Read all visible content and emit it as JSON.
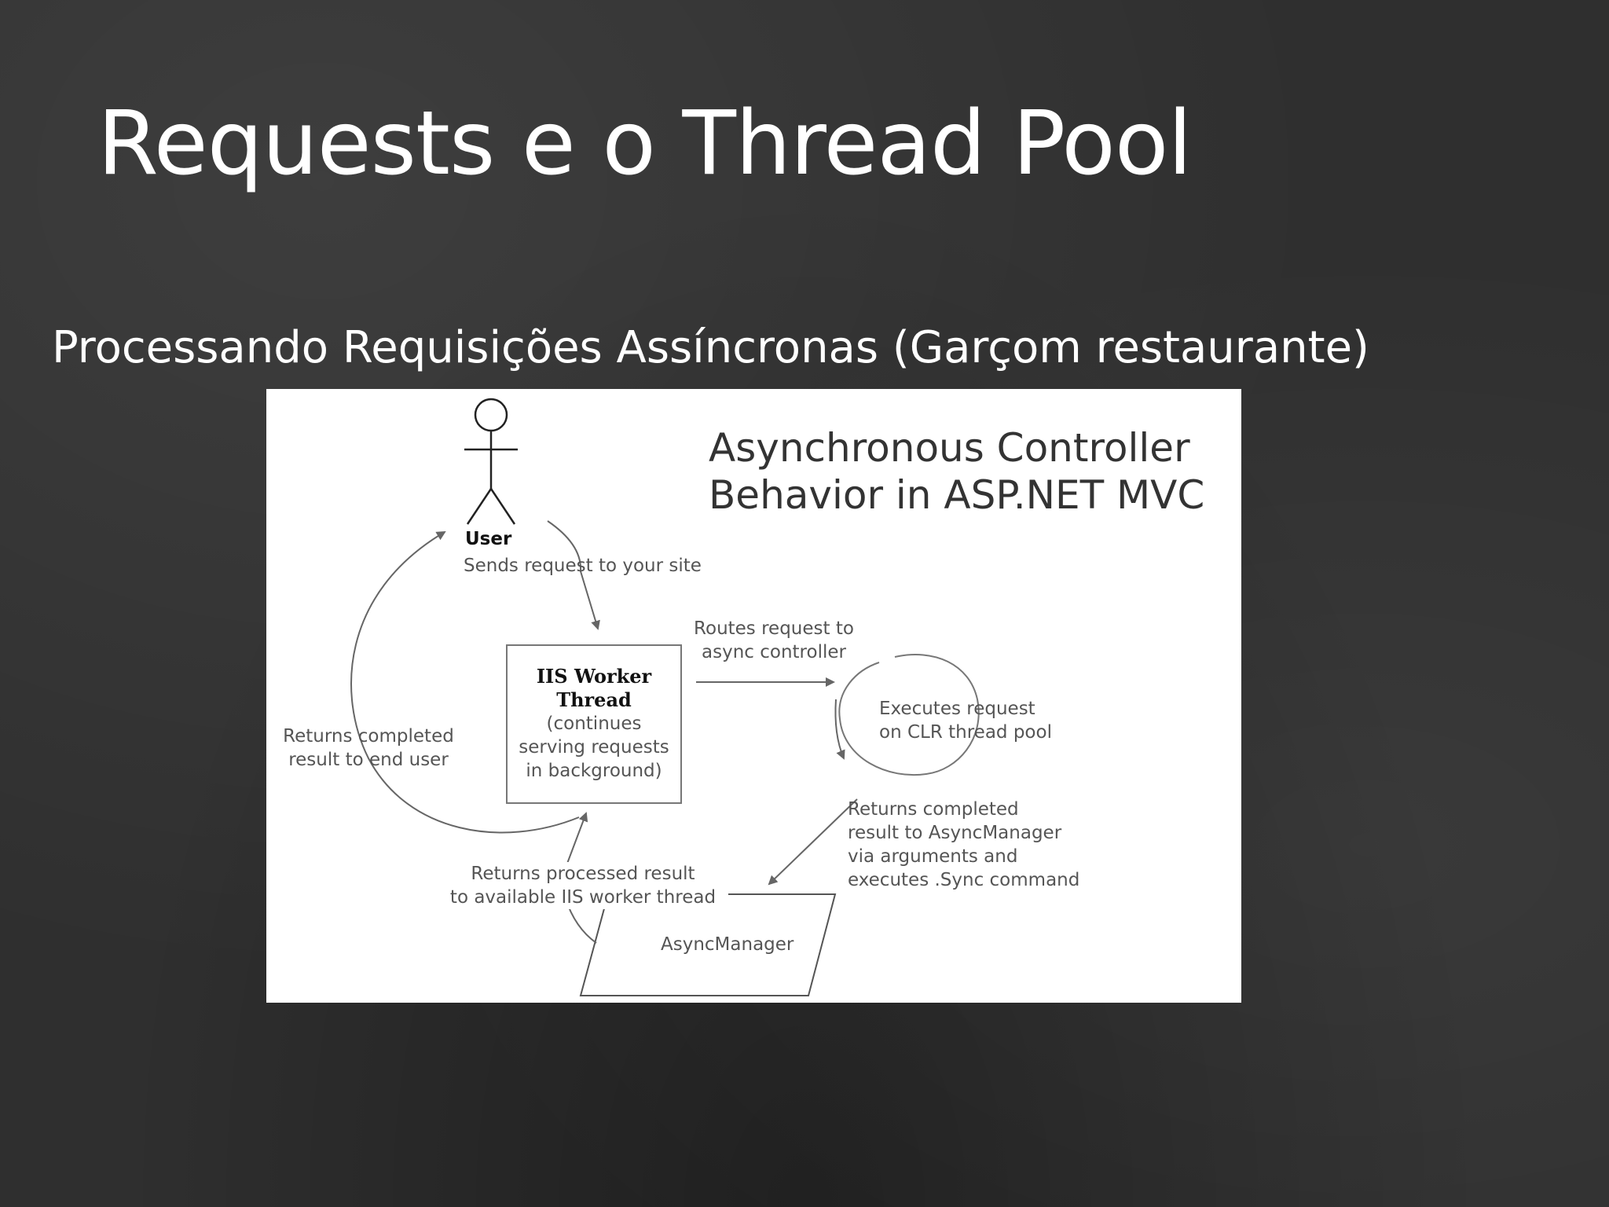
{
  "slide": {
    "title": "Requests e o Thread Pool",
    "subtitle": "Processando Requisições Assíncronas (Garçom restaurante)"
  },
  "diagram": {
    "title_line1": "Asynchronous Controller",
    "title_line2": "Behavior in ASP.NET MVC",
    "user_label": "User",
    "sends_request": "Sends request to your site",
    "iis_title_line1": "IIS Worker",
    "iis_title_line2": "Thread",
    "iis_desc_line1": "(continues",
    "iis_desc_line2": "serving requests",
    "iis_desc_line3": "in background)",
    "routes_line1": "Routes request to",
    "routes_line2": "async controller",
    "executes_line1": "Executes request",
    "executes_line2": "on CLR thread pool",
    "returns_end_user_line1": "Returns completed",
    "returns_end_user_line2": "result to end user",
    "returns_async_line1": "Returns completed",
    "returns_async_line2": "result to AsyncManager",
    "returns_async_line3": "via arguments and",
    "returns_async_line4": "executes .Sync command",
    "returns_processed_line1": "Returns processed result",
    "returns_processed_line2": "to available IIS worker thread",
    "async_manager": "AsyncManager"
  }
}
